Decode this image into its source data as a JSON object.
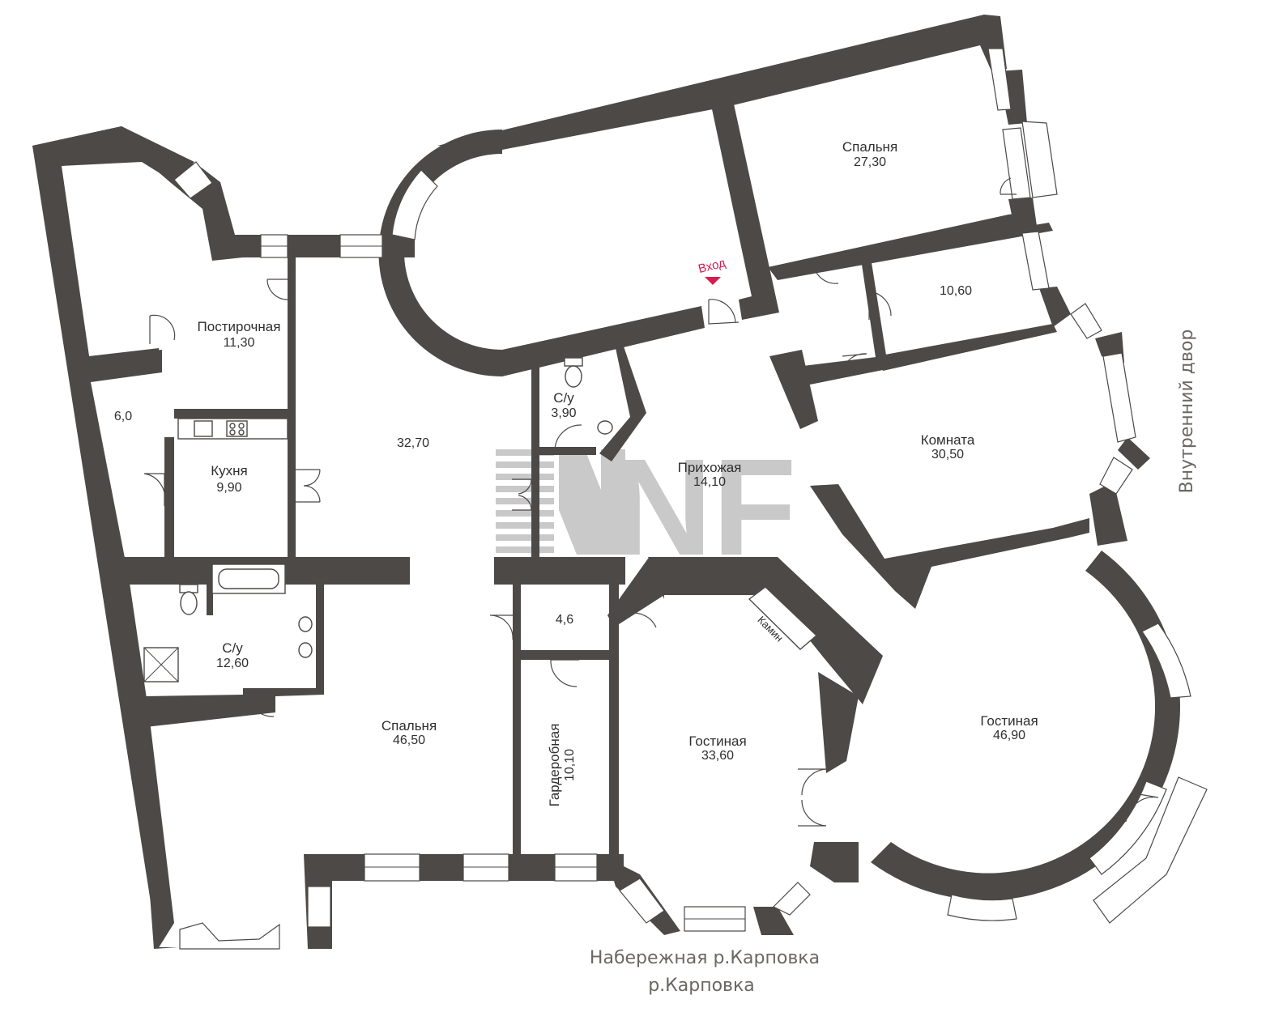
{
  "plan": {
    "rooms": [
      {
        "name": "Спальня",
        "area": "27,30"
      },
      {
        "name": "",
        "area": "10,60"
      },
      {
        "name": "Постирочная",
        "area": "11,30"
      },
      {
        "name": "",
        "area": "32,70"
      },
      {
        "name": "С/у",
        "area": "3,90"
      },
      {
        "name": "",
        "area": "6,0"
      },
      {
        "name": "Кухня",
        "area": "9,90"
      },
      {
        "name": "Прихожая",
        "area": "14,10"
      },
      {
        "name": "Комната",
        "area": "30,50"
      },
      {
        "name": "С/у",
        "area": "12,60"
      },
      {
        "name": "",
        "area": "4,6"
      },
      {
        "name": "Спальня",
        "area": "46,50"
      },
      {
        "name": "Гардеробная",
        "area": "10,10"
      },
      {
        "name": "Гостиная",
        "area": "33,60"
      },
      {
        "name": "Гостиная",
        "area": "46,90"
      }
    ],
    "entrance_label": "Вход",
    "fireplace_label": "Камин",
    "courtyard_label": "Внутренний двор",
    "embankment_label": "Набережная р.Карповка",
    "river_label": "р.Карповка",
    "watermark": "NF",
    "wall_color": "#4d4947",
    "accent_color": "#d81b50"
  }
}
